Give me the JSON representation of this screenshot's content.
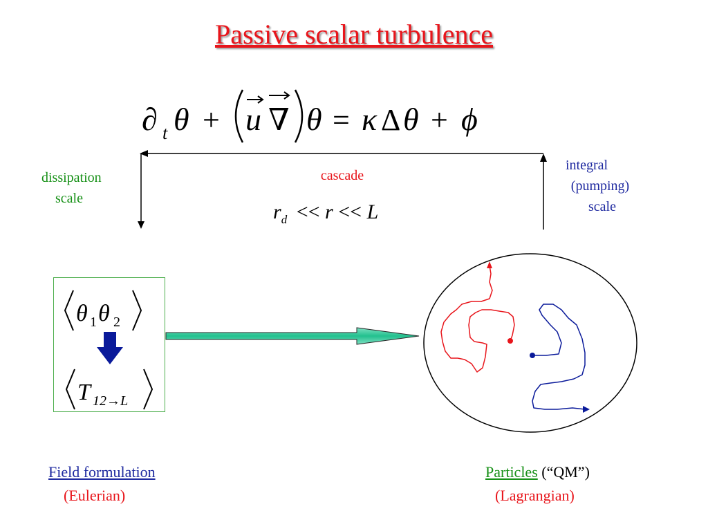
{
  "title": "Passive scalar turbulence",
  "equation": {
    "lhs_partial": "∂",
    "sub_t": "t",
    "theta": "θ",
    "plus": "+",
    "u": "u",
    "nabla": "∇",
    "equals": "=",
    "kappa": "κ",
    "delta": "Δ",
    "phi": "ϕ"
  },
  "labels": {
    "dissipation_line1": "dissipation",
    "dissipation_line2": "scale",
    "integral_line1": "integral",
    "integral_line2": "(pumping)",
    "integral_line3": "scale",
    "cascade": "cascade"
  },
  "scales": {
    "r": "r",
    "d": "d",
    "ll": "<<",
    "L": "L"
  },
  "correlators": {
    "theta_pair": {
      "theta": "θ",
      "sub1": "1",
      "sub2": "2"
    },
    "transition": {
      "T": "T",
      "sub": "12→L"
    }
  },
  "bottom": {
    "field": "Field formulation",
    "eulerian": "(Eulerian)",
    "particles": "Particles",
    "qm": " (“QM”)",
    "lagrangian": "(Lagrangian)"
  },
  "colors": {
    "title": "#e8151b",
    "green": "#169016",
    "blue": "#1f2aa0",
    "red": "#e8151b",
    "teal_arrow": "#2ec79a",
    "navy_arrow": "#0a1a9a"
  }
}
